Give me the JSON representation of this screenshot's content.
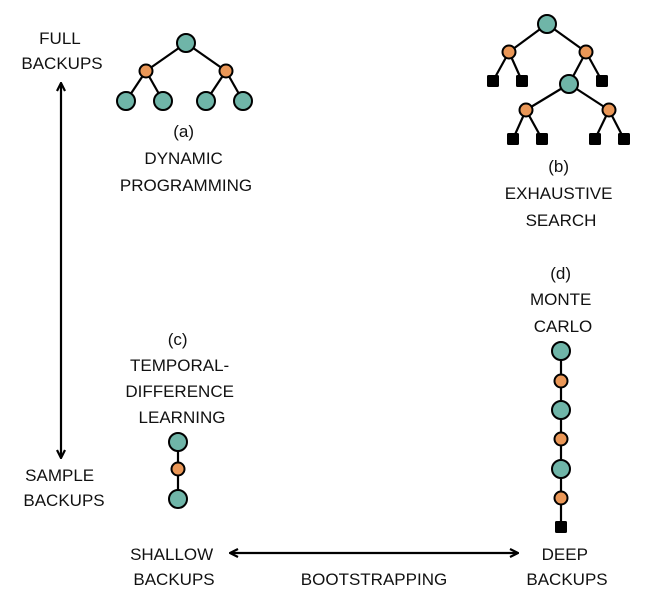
{
  "colors": {
    "state_node": "#6fb5a8",
    "action_node": "#ea9757",
    "terminal_node": "#000000",
    "stroke": "#000000",
    "background": "#ffffff"
  },
  "axes": {
    "vertical_top": [
      "FULL",
      "BACKUPS"
    ],
    "vertical_bottom": [
      "SAMPLE",
      "BACKUPS"
    ],
    "horizontal_left": [
      "SHALLOW",
      "BACKUPS"
    ],
    "horizontal_right": [
      "DEEP",
      "BACKUPS"
    ],
    "horizontal_middle": "BOOTSTRAPPING"
  },
  "methods": {
    "dp": {
      "letter": "(a)",
      "name": [
        "DYNAMIC",
        "PROGRAMMING"
      ]
    },
    "es": {
      "letter": "(b)",
      "name": [
        "EXHAUSTIVE",
        "SEARCH"
      ]
    },
    "td": {
      "letter": "(c)",
      "name": [
        "TEMPORAL-",
        "DIFFERENCE",
        "LEARNING"
      ]
    },
    "mc": {
      "letter": "(d)",
      "name": [
        "MONTE",
        "CARLO"
      ]
    }
  }
}
